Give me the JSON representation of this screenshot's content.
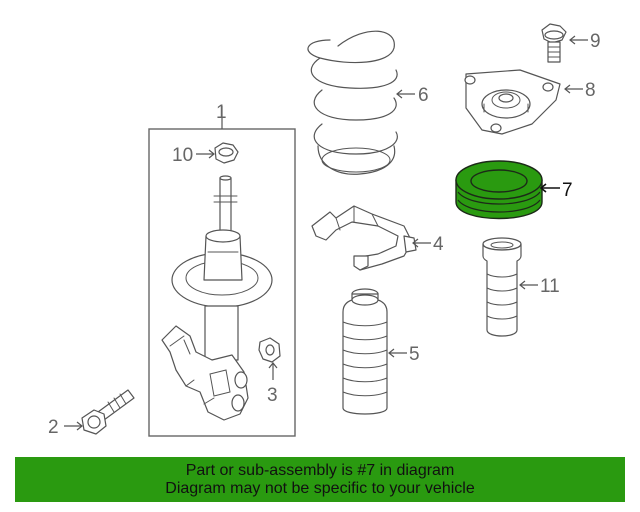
{
  "callouts": {
    "c1": "1",
    "c2": "2",
    "c3": "3",
    "c4": "4",
    "c5": "5",
    "c6": "6",
    "c7": "7",
    "c8": "8",
    "c9": "9",
    "c10": "10",
    "c11": "11"
  },
  "highlight": {
    "part_number": "7",
    "color": "#2a9a10"
  },
  "banner": {
    "line1": "Part or sub-assembly is #7 in diagram",
    "line2": "Diagram may not be specific to your vehicle",
    "background": "#2a9a10"
  }
}
